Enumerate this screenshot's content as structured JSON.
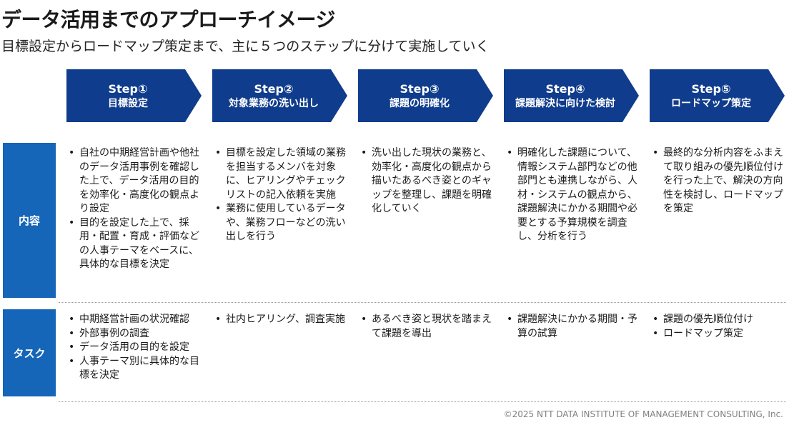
{
  "header": {
    "title": "データ活用までのアプローチイメージ",
    "subtitle": "目標設定からロードマップ策定まで、主に５つのステップに分けて実施していく"
  },
  "colors": {
    "step_fill": "#0f3c8c",
    "label_fill": "#1565b8"
  },
  "steps": [
    {
      "num": "Step①",
      "name": "目標設定"
    },
    {
      "num": "Step②",
      "name": "対象業務の洗い出し"
    },
    {
      "num": "Step③",
      "name": "課題の明確化"
    },
    {
      "num": "Step④",
      "name": "課題解決に向けた検討"
    },
    {
      "num": "Step⑤",
      "name": "ロードマップ策定"
    }
  ],
  "rows": {
    "content_label": "内容",
    "task_label": "タスク"
  },
  "content": [
    [
      "自社の中期経営計画や他社のデータ活用事例を確認した上で、データ活用の目的を効率化・高度化の観点より設定",
      "目的を設定した上で、採用・配置・育成・評価などの人事テーマをベースに、具体的な目標を決定"
    ],
    [
      "目標を設定した領域の業務を担当するメンバを対象に、ヒアリングやチェックリストの記入依頼を実施",
      "業務に使用しているデータや、業務フローなどの洗い出しを行う"
    ],
    [
      "洗い出した現状の業務と、効率化・高度化の観点から描いたあるべき姿とのギャップを整理し、課題を明確化していく"
    ],
    [
      "明確化した課題について、情報システム部門などの他部門とも連携しながら、人材・システムの観点から、課題解決にかかる期間や必要とする予算規模を調査し、分析を行う"
    ],
    [
      "最終的な分析内容をふまえて取り組みの優先順位付けを行った上で、解決の方向性を検討し、ロードマップを策定"
    ]
  ],
  "tasks": [
    [
      "中期経営計画の状況確認",
      "外部事例の調査",
      "データ活用の目的を設定",
      "人事テーマ別に具体的な目標を決定"
    ],
    [
      "社内ヒアリング、調査実施"
    ],
    [
      "あるべき姿と現状を踏まえて課題を導出"
    ],
    [
      "課題解決にかかる期間・予算の試算"
    ],
    [
      "課題の優先順位付け",
      "ロードマップ策定"
    ]
  ],
  "footer": {
    "copyright": "©2025 NTT DATA INSTITUTE OF MANAGEMENT CONSULTING, Inc."
  }
}
